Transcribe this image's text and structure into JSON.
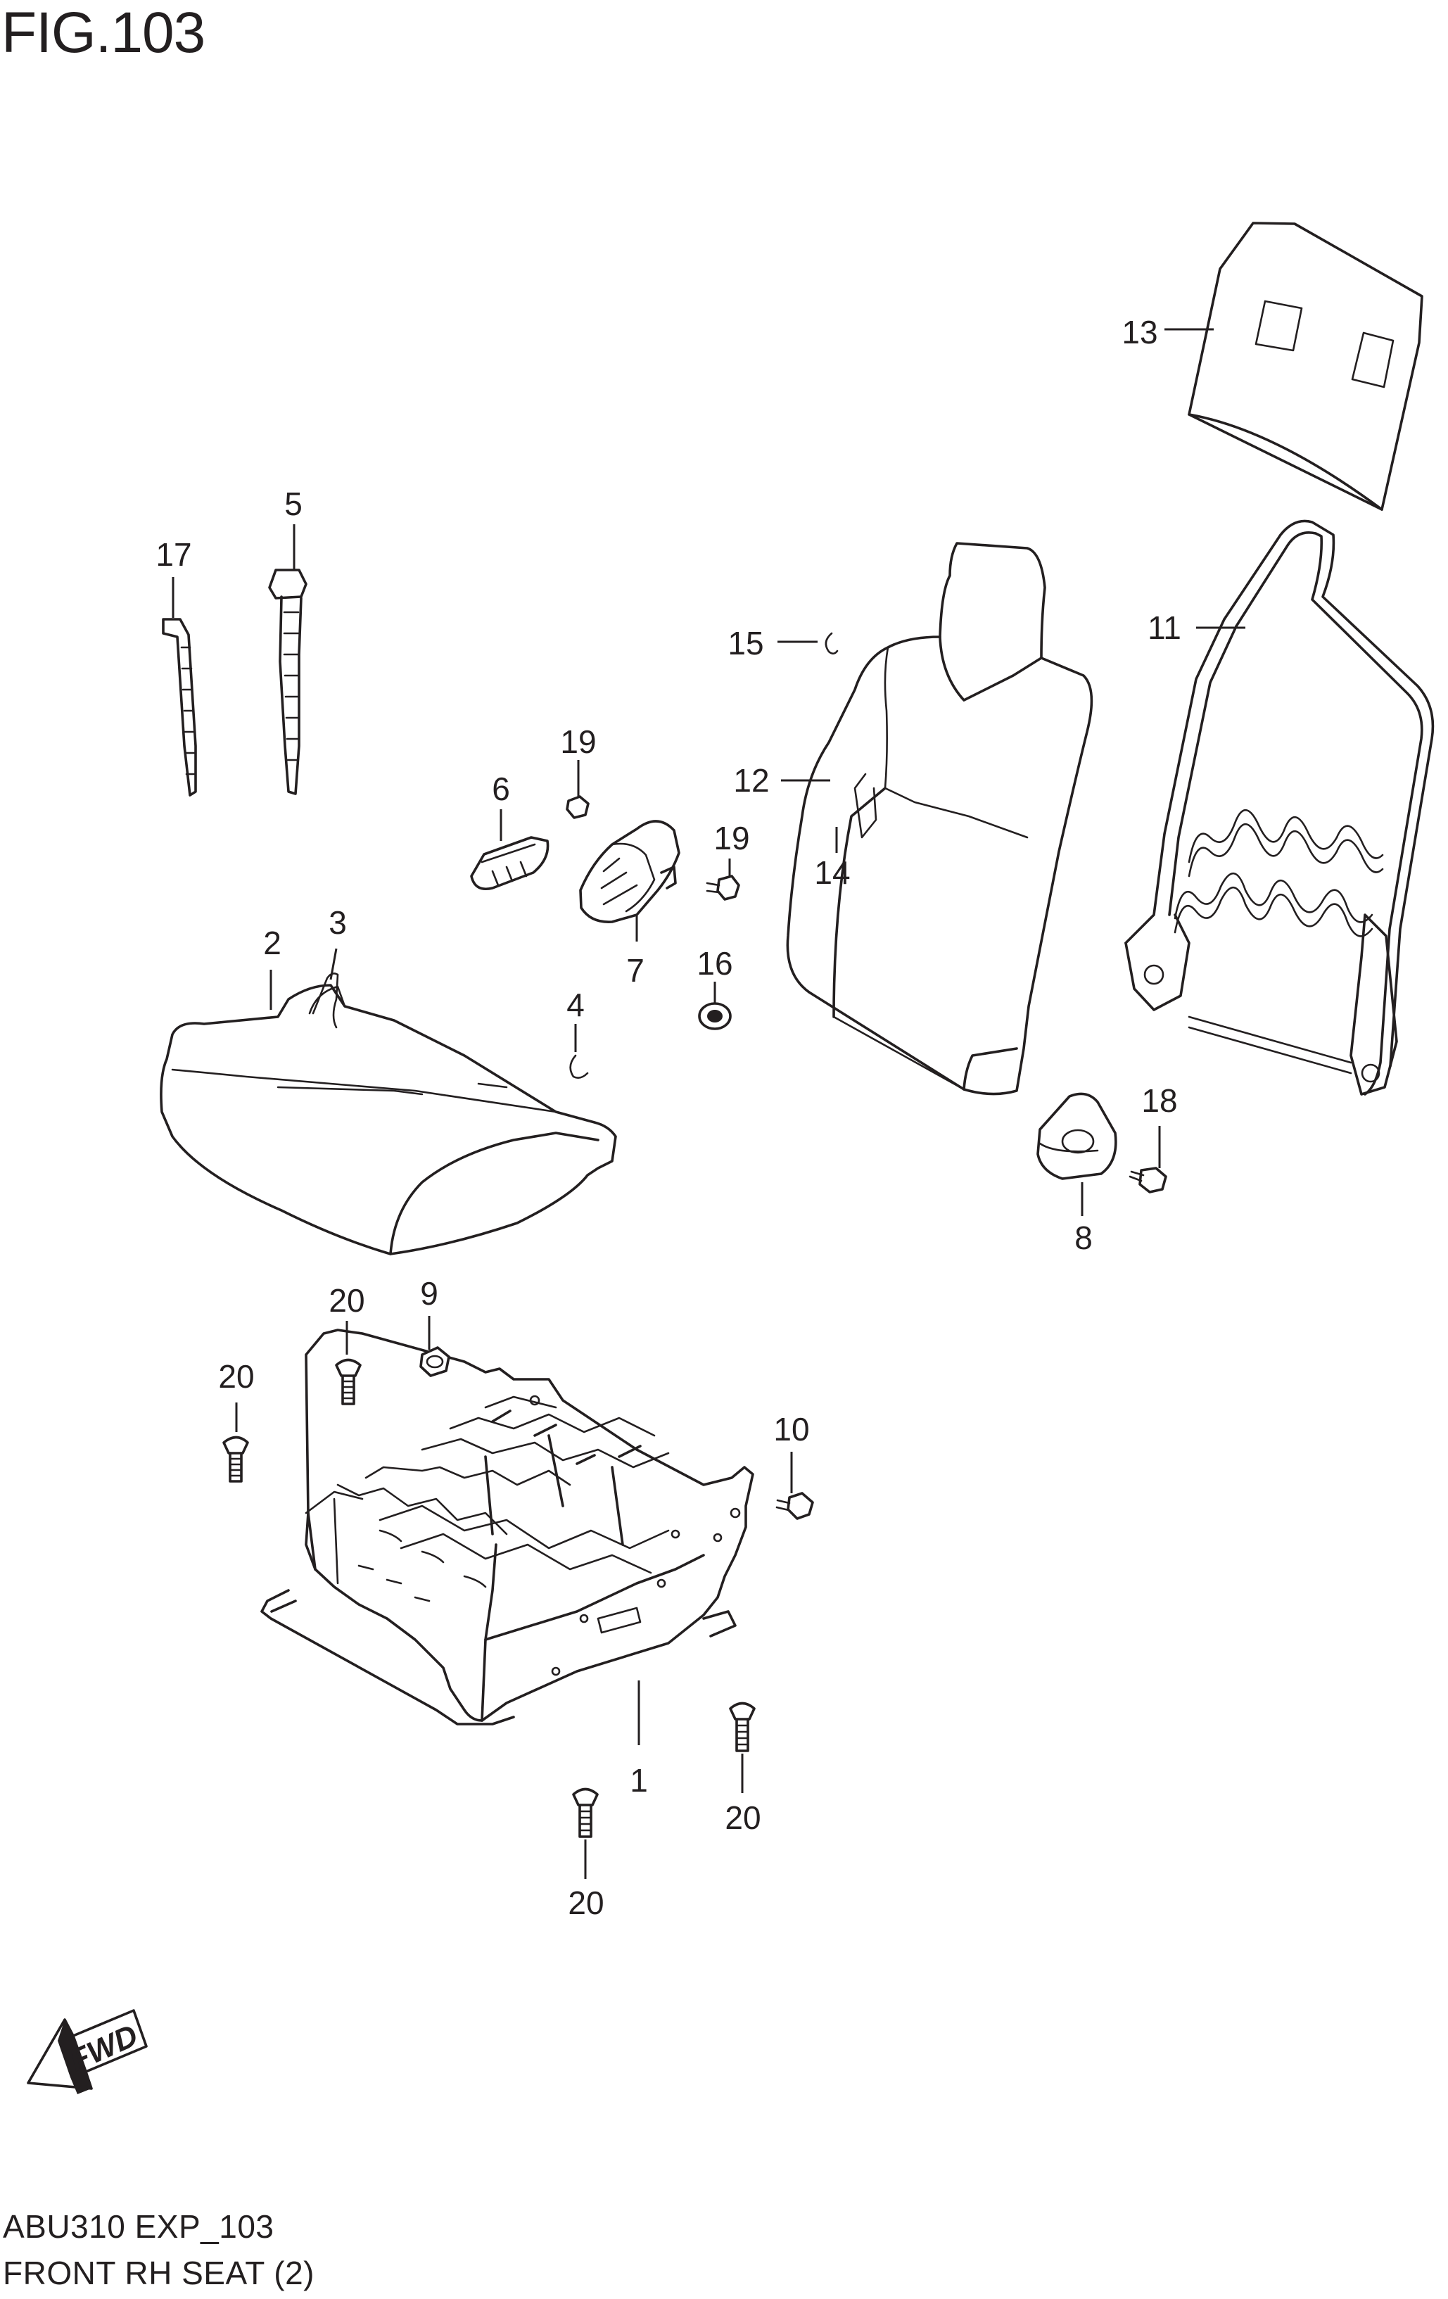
{
  "figure_title": "FIG.103",
  "footer": {
    "code": "ABU310 EXP_103",
    "name": "FRONT RH SEAT (2)"
  },
  "fwd_arrow_text": "FWD",
  "parts": [
    {
      "id": "p1",
      "label": "1",
      "desc": "seat-frame-base"
    },
    {
      "id": "p2",
      "label": "2",
      "desc": "seat-cushion"
    },
    {
      "id": "p3",
      "label": "3",
      "desc": "cushion-cover-strap"
    },
    {
      "id": "p4",
      "label": "4",
      "desc": "hog-ring"
    },
    {
      "id": "p5",
      "label": "5",
      "desc": "cable-tie-clamp"
    },
    {
      "id": "p6",
      "label": "6",
      "desc": "side-bracket"
    },
    {
      "id": "p7",
      "label": "7",
      "desc": "side-cover"
    },
    {
      "id": "p8",
      "label": "8",
      "desc": "recliner-cover"
    },
    {
      "id": "p9",
      "label": "9",
      "desc": "bolt"
    },
    {
      "id": "p10",
      "label": "10",
      "desc": "bolt"
    },
    {
      "id": "p11",
      "label": "11",
      "desc": "seat-back-frame"
    },
    {
      "id": "p12",
      "label": "12",
      "desc": "seat-back-cover"
    },
    {
      "id": "p13",
      "label": "13",
      "desc": "headrest-cover"
    },
    {
      "id": "p14",
      "label": "14",
      "desc": "seat-back-pad"
    },
    {
      "id": "p15",
      "label": "15",
      "desc": "hog-ring"
    },
    {
      "id": "p16",
      "label": "16",
      "desc": "grommet"
    },
    {
      "id": "p17",
      "label": "17",
      "desc": "cable-tie"
    },
    {
      "id": "p18",
      "label": "18",
      "desc": "screw"
    },
    {
      "id": "p19a",
      "label": "19",
      "desc": "screw"
    },
    {
      "id": "p19b",
      "label": "19",
      "desc": "screw"
    },
    {
      "id": "p20a",
      "label": "20",
      "desc": "bolt"
    },
    {
      "id": "p20b",
      "label": "20",
      "desc": "bolt"
    },
    {
      "id": "p20c",
      "label": "20",
      "desc": "bolt"
    },
    {
      "id": "p20d",
      "label": "20",
      "desc": "bolt"
    }
  ]
}
